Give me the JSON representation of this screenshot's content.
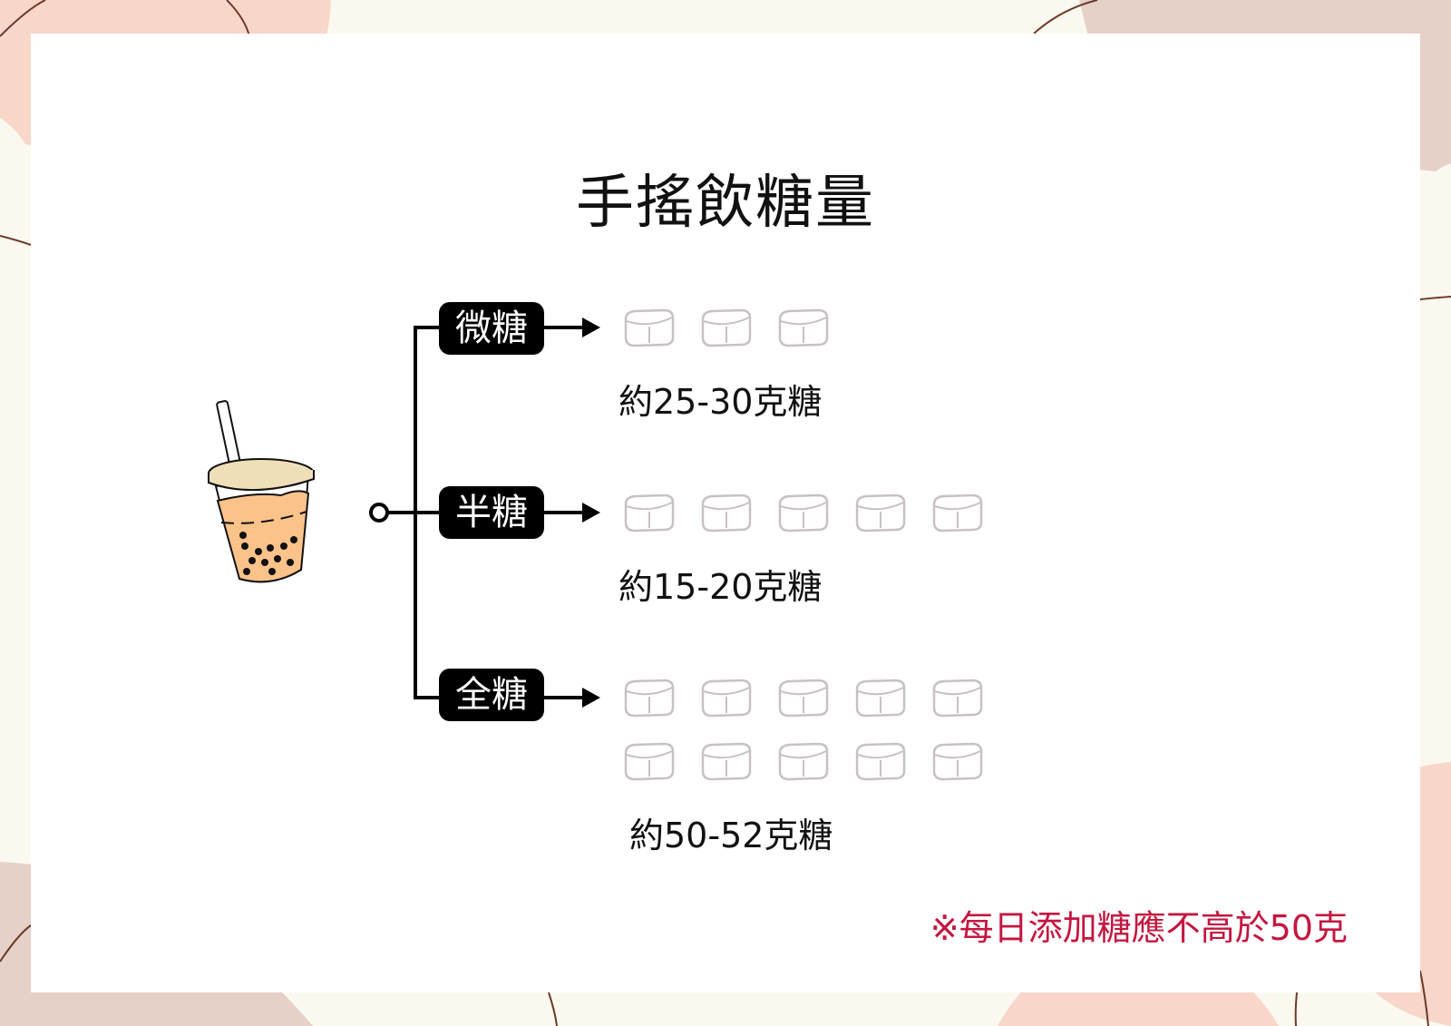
{
  "title": "手搖飲糖量",
  "levels": [
    {
      "label": "微糖",
      "amount": "約25-30克糖",
      "cubes": 3
    },
    {
      "label": "半糖",
      "amount": "約15-20克糖",
      "cubes": 5
    },
    {
      "label": "全糖",
      "amount": "約50-52克糖",
      "cubes": 10
    }
  ],
  "note": "※每日添加糖應不高於50克",
  "colors": {
    "accent": "#c3173f",
    "peach": "#f9d6ca",
    "taupe": "#e5d1c8",
    "tea": "#fbc28a",
    "lid": "#efdfb8"
  }
}
